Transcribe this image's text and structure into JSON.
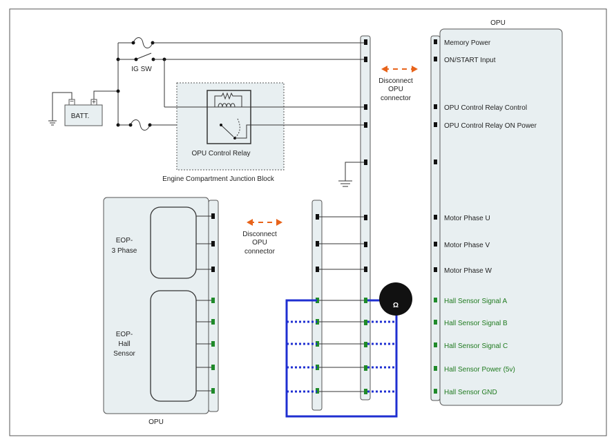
{
  "labels": {
    "opu_right_title": "OPU",
    "opu_bottom_title": "OPU",
    "ig_sw": "IG SW",
    "batt": "BATT.",
    "relay": "OPU Control Relay",
    "junction_block": "Engine Compartment Junction Block",
    "disconnect_top": [
      "Disconnect",
      "OPU",
      "connector"
    ],
    "disconnect_bottom": [
      "Disconnect",
      "OPU",
      "connector"
    ],
    "eop_3phase": [
      "EOP-",
      "3 Phase"
    ],
    "eop_hall": [
      "EOP-",
      "Hall",
      "Sensor"
    ],
    "ohm_symbol": "Ω"
  },
  "opu_pins": [
    "Memory Power",
    "ON/START Input",
    "OPU Control Relay Control",
    "OPU Control Relay ON Power",
    "Motor Phase U",
    "Motor Phase V",
    "Motor Phase W",
    "Hall Sensor Signal A",
    "Hall Sensor Signal B",
    "Hall Sensor Signal C",
    "Hall Sensor Power (5v)",
    "Hall Sensor GND"
  ],
  "colors": {
    "accent_orange": "#e8631a",
    "probe_blue": "#1f2fd1",
    "hall_green": "#1f8a2a",
    "box_fill": "#e8eff1",
    "pin_black": "#111111"
  }
}
